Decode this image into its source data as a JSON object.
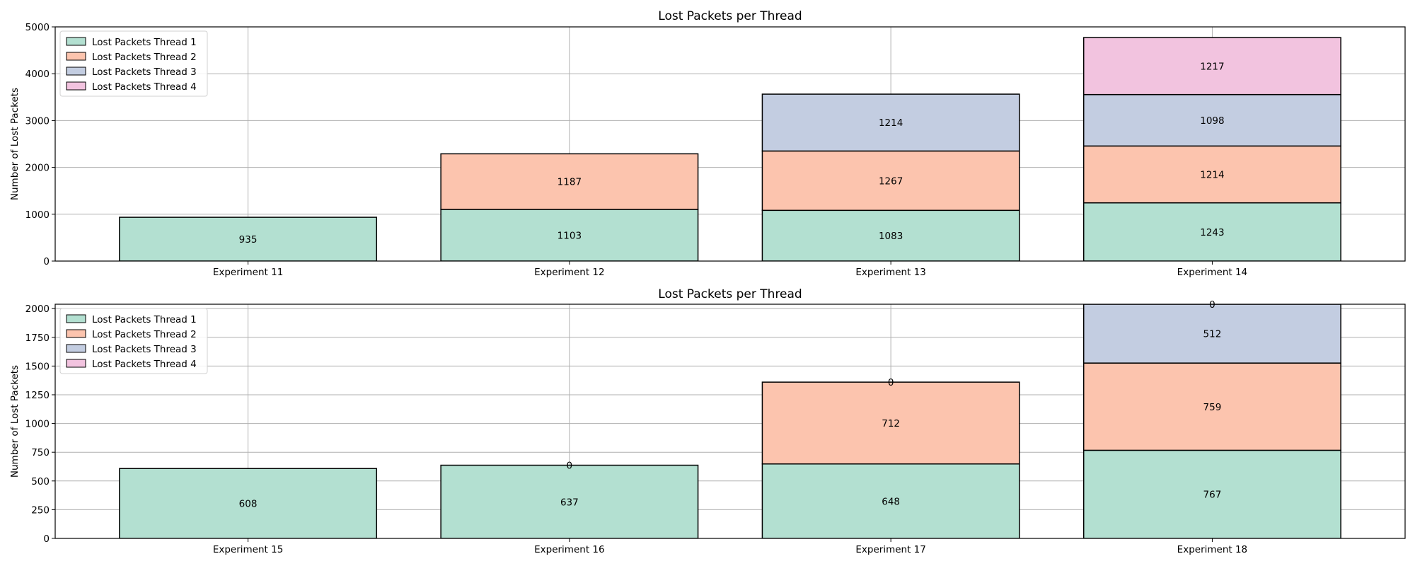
{
  "colors": {
    "Lost Packets Thread 1": "#b3e0d1",
    "Lost Packets Thread 2": "#fcc4ae",
    "Lost Packets Thread 3": "#c3cde1",
    "Lost Packets Thread 4": "#f2c3df",
    "edge": "#000000",
    "grid": "#b0b0b0"
  },
  "chart_data": [
    {
      "type": "bar",
      "stacked": true,
      "title": "Lost Packets per Thread",
      "xlabel": "",
      "ylabel": "Number of Lost Packets",
      "categories": [
        "Experiment 11",
        "Experiment 12",
        "Experiment 13",
        "Experiment 14"
      ],
      "series": [
        {
          "name": "Lost Packets Thread 1",
          "values": [
            935,
            1103,
            1083,
            1243
          ]
        },
        {
          "name": "Lost Packets Thread 2",
          "values": [
            null,
            1187,
            1267,
            1214
          ]
        },
        {
          "name": "Lost Packets Thread 3",
          "values": [
            null,
            null,
            1214,
            1098
          ]
        },
        {
          "name": "Lost Packets Thread 4",
          "values": [
            null,
            null,
            null,
            1217
          ]
        }
      ],
      "ylim": [
        0,
        5000
      ],
      "yticks": [
        0,
        1000,
        2000,
        3000,
        4000,
        5000
      ],
      "grid": true,
      "legend_position": "top-left"
    },
    {
      "type": "bar",
      "stacked": true,
      "title": "Lost Packets per Thread",
      "xlabel": "",
      "ylabel": "Number of Lost Packets",
      "categories": [
        "Experiment 15",
        "Experiment 16",
        "Experiment 17",
        "Experiment 18"
      ],
      "series": [
        {
          "name": "Lost Packets Thread 1",
          "values": [
            608,
            637,
            648,
            767
          ]
        },
        {
          "name": "Lost Packets Thread 2",
          "values": [
            null,
            null,
            712,
            759
          ]
        },
        {
          "name": "Lost Packets Thread 3",
          "values": [
            null,
            null,
            null,
            512
          ]
        },
        {
          "name": "Lost Packets Thread 4",
          "values": [
            null,
            null,
            null,
            null
          ]
        }
      ],
      "zero_labels": [
        null,
        "0",
        "0",
        "0"
      ],
      "ylim": [
        0,
        2038
      ],
      "yticks": [
        0,
        250,
        500,
        750,
        1000,
        1250,
        1500,
        1750,
        2000
      ],
      "grid": true,
      "legend_position": "top-left"
    }
  ]
}
